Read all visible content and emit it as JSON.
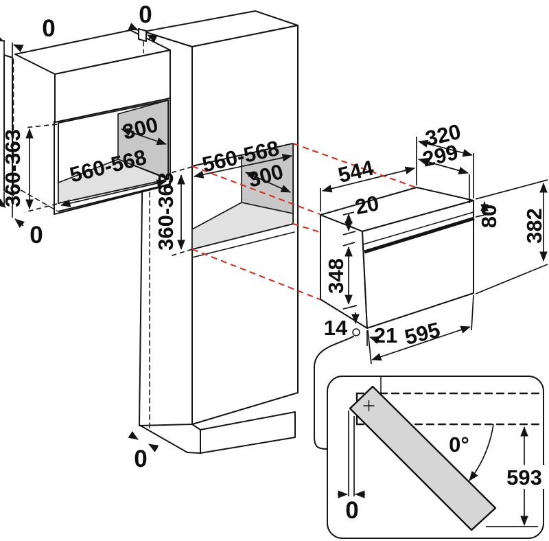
{
  "labels": {
    "wall_cabinet": {
      "gap_top": "0",
      "gap_bottom": "0",
      "niche_height": "360-363",
      "niche_width": "560-568",
      "niche_depth": "300"
    },
    "tall_cabinet": {
      "gap_top": "0",
      "gap_bottom": "0",
      "niche_height": "360-363",
      "niche_width": "560-568",
      "niche_depth": "300"
    },
    "oven": {
      "body_depth": "544",
      "depth_total": "320",
      "depth_body": "299",
      "top_inset": "20",
      "panel_height": "80",
      "total_height": "382",
      "door_height": "348",
      "bottom_gap": "14",
      "front_protrusion": "21",
      "width": "595"
    },
    "door_detail": {
      "open_angle": "0°",
      "clearance": "593",
      "wall_gap": "0"
    }
  },
  "colors": {
    "line": "#141414",
    "projection_line": "#d92d20",
    "side_panel_gray": "#c7c7c7",
    "floor_gray": "#e1e1e1",
    "door_gray": "#d6d6d6"
  }
}
